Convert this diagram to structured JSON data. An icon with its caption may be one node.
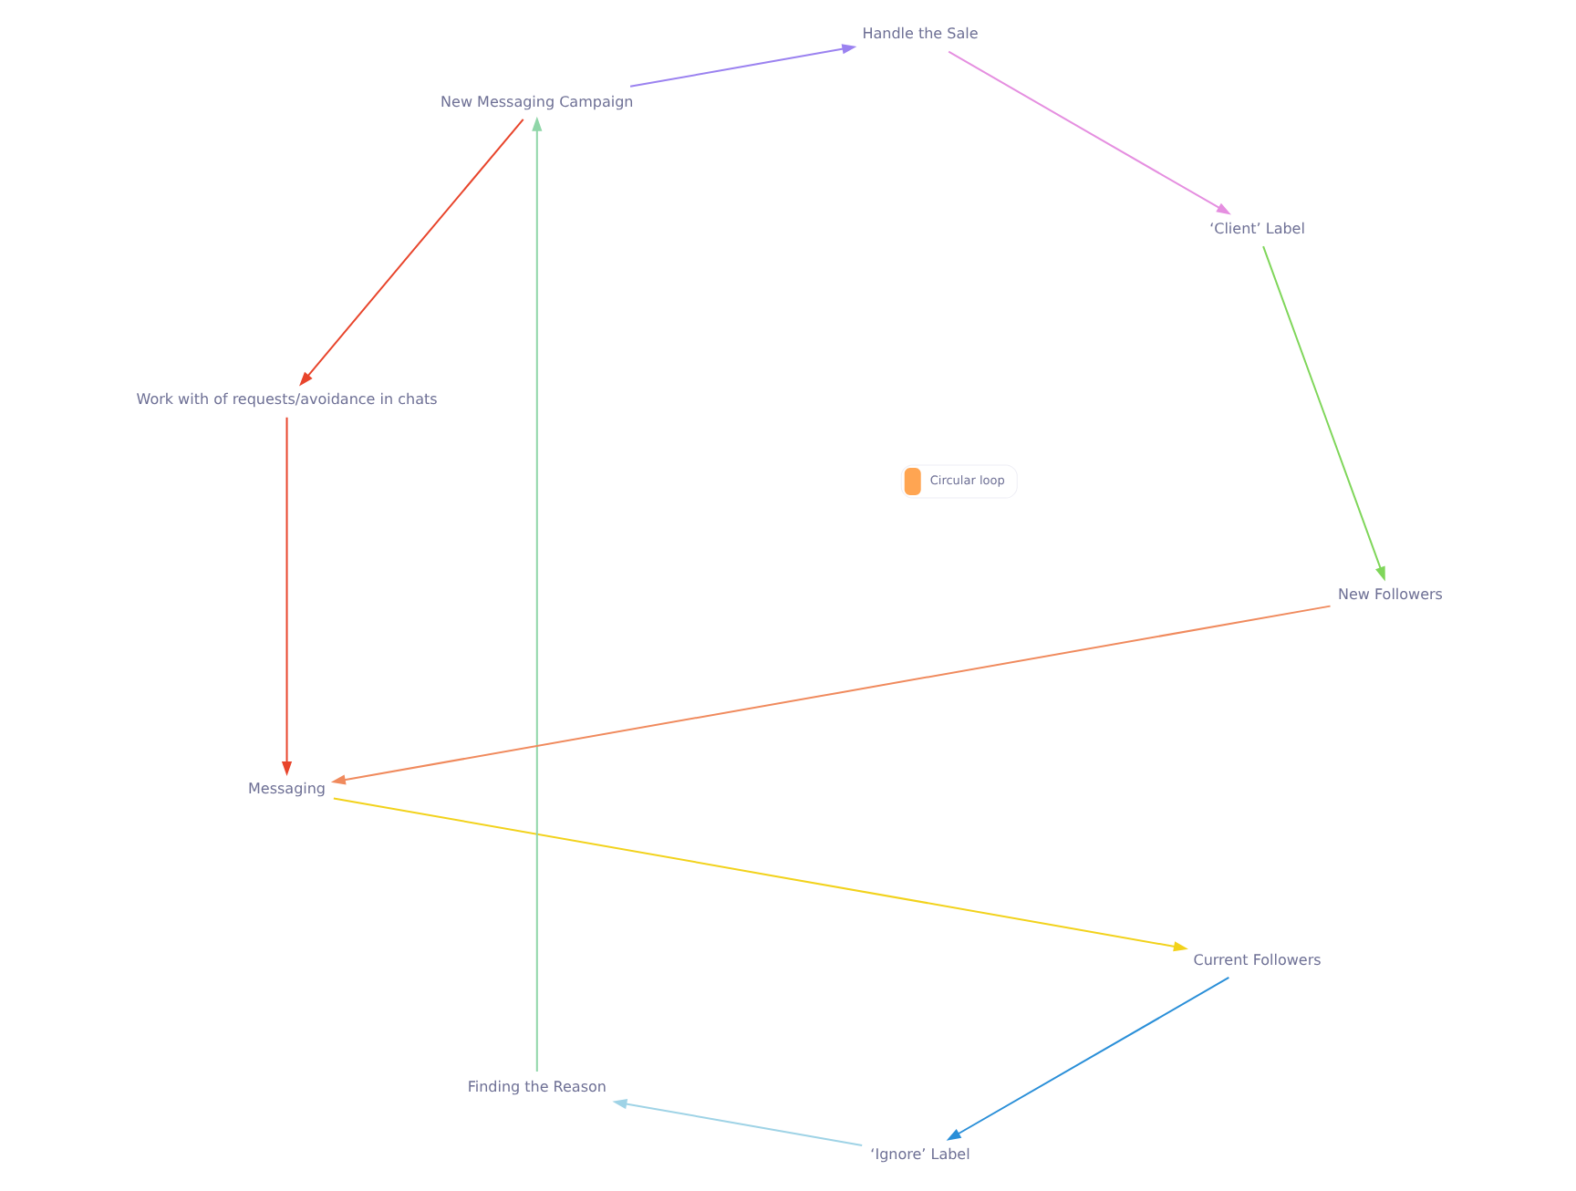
{
  "diagram": {
    "nodes": [
      {
        "text": [
          "Messaging"
        ]
      },
      {
        "text": [
          "Current Followers"
        ]
      },
      {
        "text": [
          "‘Ignore’ Label"
        ]
      },
      {
        "text": [
          "Finding the Reason"
        ]
      },
      {
        "text": [
          "New Messaging Campaign"
        ]
      },
      {
        "text": [
          "Handle the Sale"
        ]
      },
      {
        "text": [
          "‘Client’ Label"
        ]
      },
      {
        "text": [
          "New Followers"
        ]
      },
      {
        "text": [
          "Work with of requests/avoidance in chats"
        ]
      }
    ],
    "edges": [
      {
        "from": 0,
        "to": 1,
        "arrow": "to",
        "color": "#f2d21b"
      },
      {
        "from": 1,
        "to": 2,
        "arrow": "to",
        "color": "#2a8fd8"
      },
      {
        "from": 2,
        "to": 3,
        "arrow": "to",
        "color": "#9fd3e6"
      },
      {
        "from": 3,
        "to": 4,
        "arrow": "to",
        "color": "#8fd6a8"
      },
      {
        "from": 4,
        "to": 5,
        "arrow": "to",
        "color": "#9b82f0"
      },
      {
        "from": 5,
        "to": 6,
        "arrow": "to",
        "color": "#e58fe0"
      },
      {
        "from": 6,
        "to": 7,
        "arrow": "to",
        "color": "#7fd65a"
      },
      {
        "from": 7,
        "to": 0,
        "arrow": "to",
        "color": "#f08a5d"
      },
      {
        "from": 4,
        "to": 8,
        "arrow": "to",
        "color": "#e8452c"
      },
      {
        "from": 8,
        "to": 0,
        "arrow": "to",
        "color": "#e8452c"
      }
    ],
    "legend": [
      {
        "text": "Circular loop",
        "color": "#ffa552"
      }
    ]
  }
}
